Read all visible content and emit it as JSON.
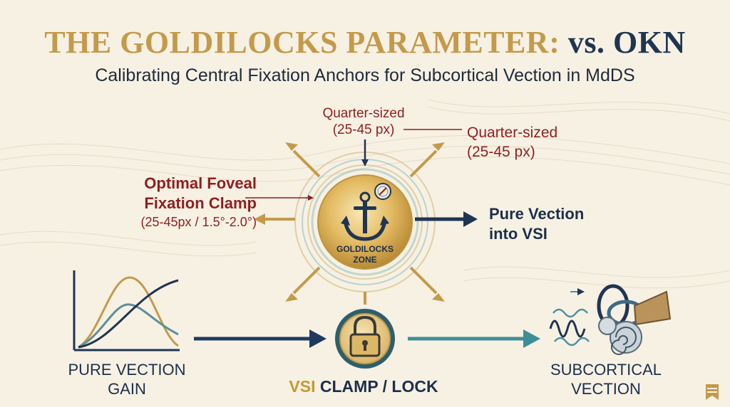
{
  "title": {
    "part1": "THE GOLDILOCKS PARAMETER:",
    "part2": "vs. OKN"
  },
  "subtitle": "Calibrating Central Fixation Anchors for Subcortical Vection in MdDS",
  "labels": {
    "top_line1": "Quarter-sized",
    "top_line2": "(25-45 px)",
    "right_line1": "Quarter-sized",
    "right_line2": "(25-45 px)",
    "optimal_line1": "Optimal Foveal",
    "optimal_line2": "Fixation Clamp",
    "optimal_sub": "(25-45px / 1.5°-2.0°)",
    "pure_line1": "Pure Vection",
    "pure_line2": "into VSI",
    "zone_line1": "GOLDILOCKS",
    "zone_line2": "ZONE"
  },
  "bottom": {
    "gain_line1": "PURE VECTION",
    "gain_line2": "GAIN",
    "lock_part1": "VSI",
    "lock_part2": "CLAMP / LOCK",
    "subcort_line1": "SUBCORTICAL",
    "subcort_line2": "VECTION"
  },
  "icons": [
    "anchor-icon",
    "compass-icon",
    "padlock-icon",
    "inner-ear-icon",
    "bookmark-icon"
  ],
  "colors": {
    "gold": "#c49a4a",
    "navy": "#1f3552",
    "red": "#8e1f1f",
    "teal": "#4a8f96",
    "background": "#f7f1e4"
  }
}
